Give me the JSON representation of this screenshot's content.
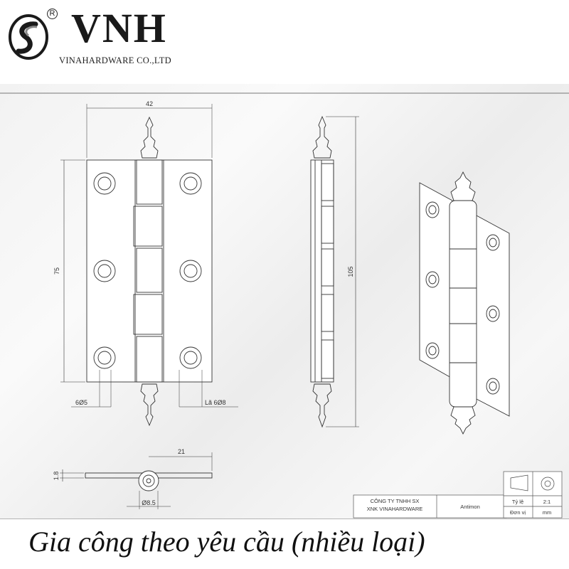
{
  "header": {
    "brand": "VNH",
    "company": "VINAHARDWARE CO.,LTD",
    "registered_mark": "R"
  },
  "dimensions": {
    "width_42": "42",
    "height_75": "75",
    "height_105": "105",
    "holes_6x5": "6Ø5",
    "countersink_6x8": "Lã 6Ø8",
    "width_21": "21",
    "thickness_1_8": "1.8",
    "pin_dia_8_5": "Ø8.5"
  },
  "title_block": {
    "company_line1": "CÔNG TY TNHH SX",
    "company_line2": "XNK VINAHARDWARE",
    "material": "Antimon",
    "scale_label": "Tỷ lệ",
    "scale_value": "2:1",
    "unit_label": "Đơn vị",
    "unit_value": "mm"
  },
  "caption": "Gia công theo yêu cầu (nhiều loại)"
}
